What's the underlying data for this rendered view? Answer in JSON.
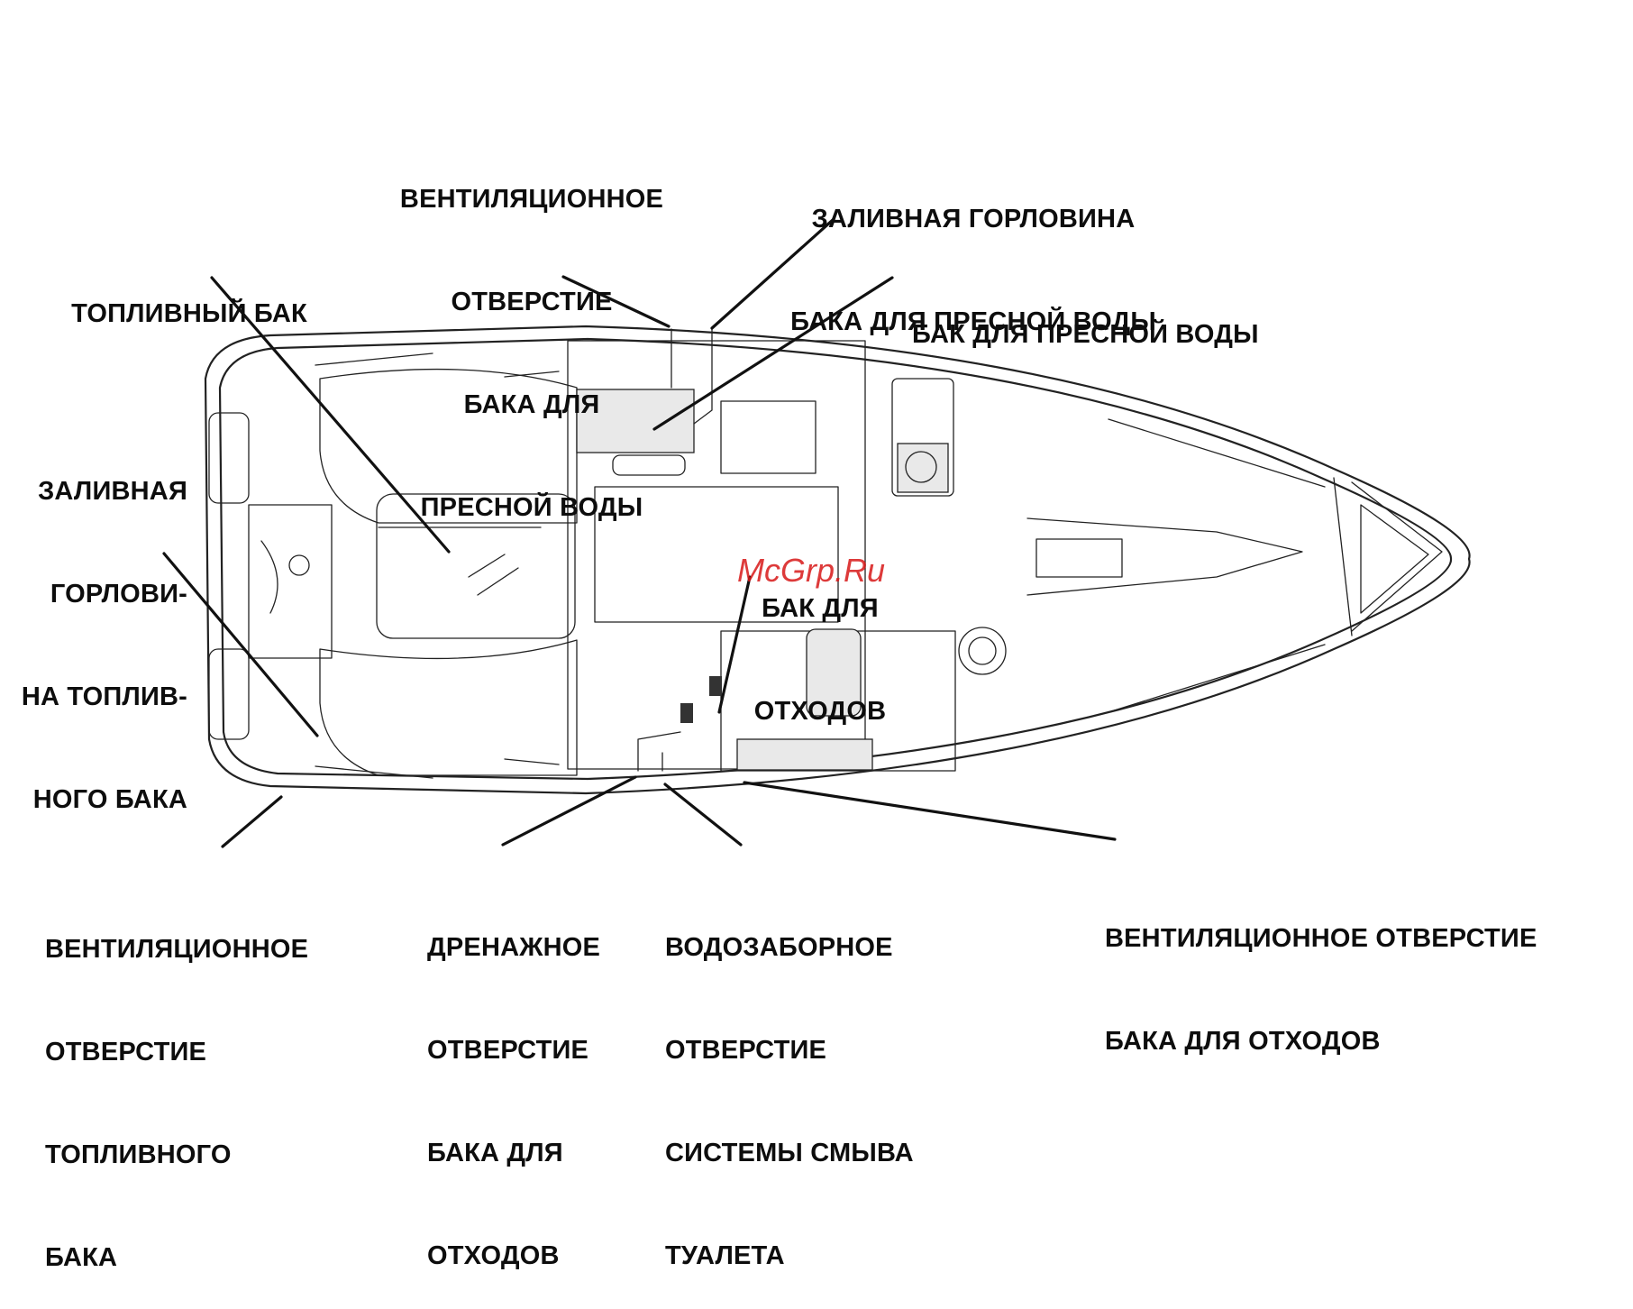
{
  "labels": {
    "fuel_tank": [
      "ТОПЛИВНЫЙ БАК"
    ],
    "fresh_vent": [
      "ВЕНТИЛЯЦИОННОЕ",
      "ОТВЕРСТИЕ",
      "БАКА ДЛЯ",
      "ПРЕСНОЙ ВОДЫ"
    ],
    "fresh_fill": [
      "ЗАЛИВНАЯ ГОРЛОВИНА",
      "БАКА ДЛЯ ПРЕСНОЙ ВОДЫ"
    ],
    "fresh_tank": [
      "БАК ДЛЯ ПРЕСНОЙ ВОДЫ"
    ],
    "fuel_fill": [
      "ЗАЛИВНАЯ",
      "ГОРЛОВИ-",
      "НА ТОПЛИВ-",
      "НОГО БАКА"
    ],
    "waste_tank": [
      "БАК ДЛЯ",
      "ОТХОДОВ"
    ],
    "fuel_vent": [
      "ВЕНТИЛЯЦИОННОЕ",
      "ОТВЕРСТИЕ",
      "ТОПЛИВНОГО",
      "БАКА"
    ],
    "waste_drain": [
      "ДРЕНАЖНОЕ",
      "ОТВЕРСТИЕ",
      "БАКА ДЛЯ",
      "ОТХОДОВ"
    ],
    "flush_intake": [
      "ВОДОЗАБОРНОЕ",
      "ОТВЕРСТИЕ",
      "СИСТЕМЫ СМЫВА",
      "ТУАЛЕТА"
    ],
    "waste_vent": [
      "ВЕНТИЛЯЦИОННОЕ ОТВЕРСТИЕ",
      "БАКА ДЛЯ ОТХОДОВ"
    ]
  },
  "watermark": "McGrp.Ru"
}
